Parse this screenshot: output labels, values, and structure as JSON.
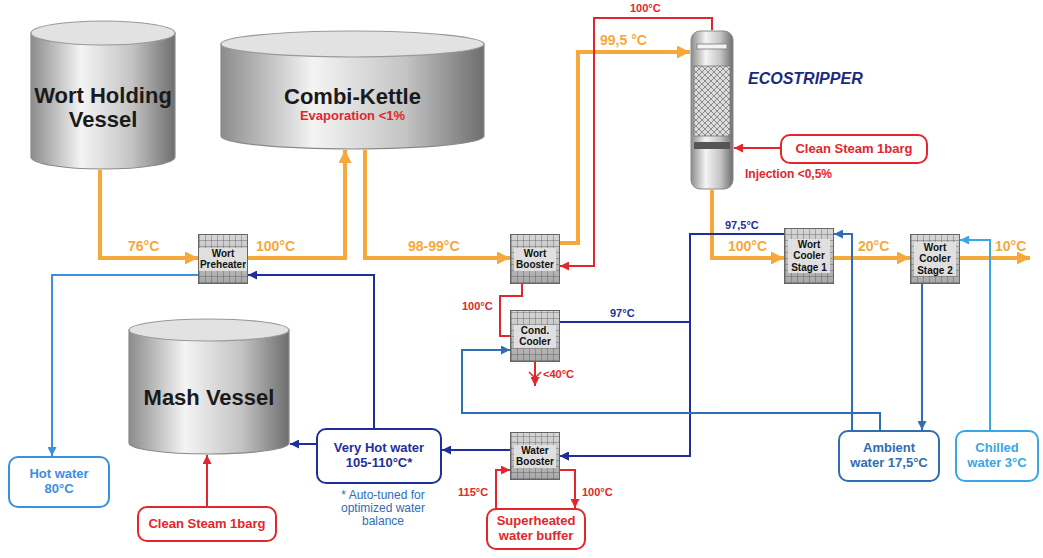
{
  "diagram": {
    "nodes": [
      {
        "text": [
          "Wort Holding Vessel"
        ]
      },
      {
        "text": [
          "Combi-Kettle",
          "Evaporation <1%"
        ]
      },
      {
        "text": [
          "ECOSTRIPPER"
        ]
      },
      {
        "text": [
          "Clean Steam 1barg"
        ]
      },
      {
        "text": [
          "Wort Preheater"
        ]
      },
      {
        "text": [
          "Wort Booster"
        ]
      },
      {
        "text": [
          "Wort Cooler Stage 1"
        ]
      },
      {
        "text": [
          "Wort Cooler Stage 2"
        ]
      },
      {
        "text": [
          "Mash Vessel"
        ]
      },
      {
        "text": [
          "Cond. Cooler"
        ]
      },
      {
        "text": [
          "Hot water 80°C"
        ]
      },
      {
        "text": [
          "Very Hot water 105-110°C*"
        ]
      },
      {
        "text": [
          "Water Booster"
        ]
      },
      {
        "text": [
          "Ambient water 17,5°C"
        ]
      },
      {
        "text": [
          "Chilled water 3°C"
        ]
      },
      {
        "text": [
          "Superheated water buffer"
        ]
      },
      {
        "text": [
          "Clean Steam 1barg"
        ]
      }
    ],
    "edges": [
      {
        "from": 0,
        "to": 4,
        "arrow": "to",
        "label": "76°C"
      },
      {
        "from": 4,
        "to": 1,
        "arrow": "to",
        "label": "100°C"
      },
      {
        "from": 1,
        "to": 5,
        "arrow": "to",
        "label": "98-99°C"
      },
      {
        "from": 5,
        "to": 2,
        "arrow": "to",
        "label": "99,5 °C"
      },
      {
        "from": 2,
        "to": 5,
        "arrow": "to",
        "label": "100°C"
      },
      {
        "from": 2,
        "to": 6,
        "arrow": "to",
        "label": "100°C"
      },
      {
        "from": 6,
        "to": 7,
        "arrow": "to",
        "label": "20°C"
      },
      {
        "from": 5,
        "to": 9,
        "arrow": "none",
        "label": "100°C"
      },
      {
        "from": 9,
        "to": 12,
        "arrow": "to",
        "label": "97°C"
      },
      {
        "from": 6,
        "to": 12,
        "arrow": "to",
        "label": "97,5°C"
      },
      {
        "from": 13,
        "to": 9,
        "arrow": "to"
      },
      {
        "from": 13,
        "to": 6,
        "arrow": "to"
      },
      {
        "from": 7,
        "to": 13,
        "arrow": "to"
      },
      {
        "from": 14,
        "to": 7,
        "arrow": "to"
      },
      {
        "from": 12,
        "to": 11,
        "arrow": "to"
      },
      {
        "from": 15,
        "to": 12,
        "arrow": "to",
        "label": "115°C"
      },
      {
        "from": 12,
        "to": 15,
        "arrow": "to",
        "label": "100°C"
      },
      {
        "from": 11,
        "to": 4,
        "arrow": "to"
      },
      {
        "from": 11,
        "to": 8,
        "arrow": "to"
      },
      {
        "from": 4,
        "to": 10,
        "arrow": "to"
      },
      {
        "from": 16,
        "to": 8,
        "arrow": "to"
      },
      {
        "from": 3,
        "to": 2,
        "arrow": "to"
      }
    ],
    "labels": [
      "Injection <0,5%",
      "10°C",
      "<40°C",
      "* Auto-tuned for optimized water balance"
    ]
  }
}
